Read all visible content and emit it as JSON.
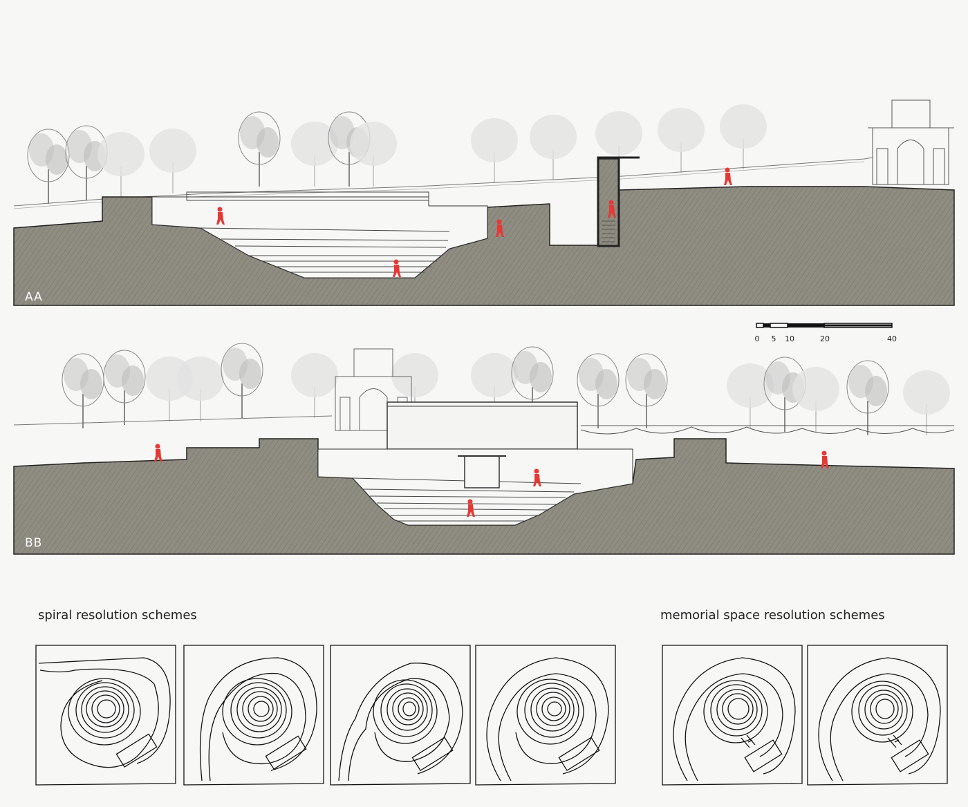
{
  "sections": [
    {
      "id": "aa",
      "label": "AA"
    },
    {
      "id": "bb",
      "label": "BB"
    }
  ],
  "scale_bar": {
    "ticks": [
      "0",
      "5",
      "10",
      "20",
      "40"
    ]
  },
  "captions": {
    "spiral": "spiral resolution schemes",
    "memorial": "memorial space resolution schemes"
  },
  "colors": {
    "ground": "#8d8b80",
    "figure": "#e53935",
    "tree_dark": "#9a9a9a",
    "tree_light": "#d6d6d6"
  },
  "schemes": {
    "spiral_count": 4,
    "memorial_count": 2
  }
}
